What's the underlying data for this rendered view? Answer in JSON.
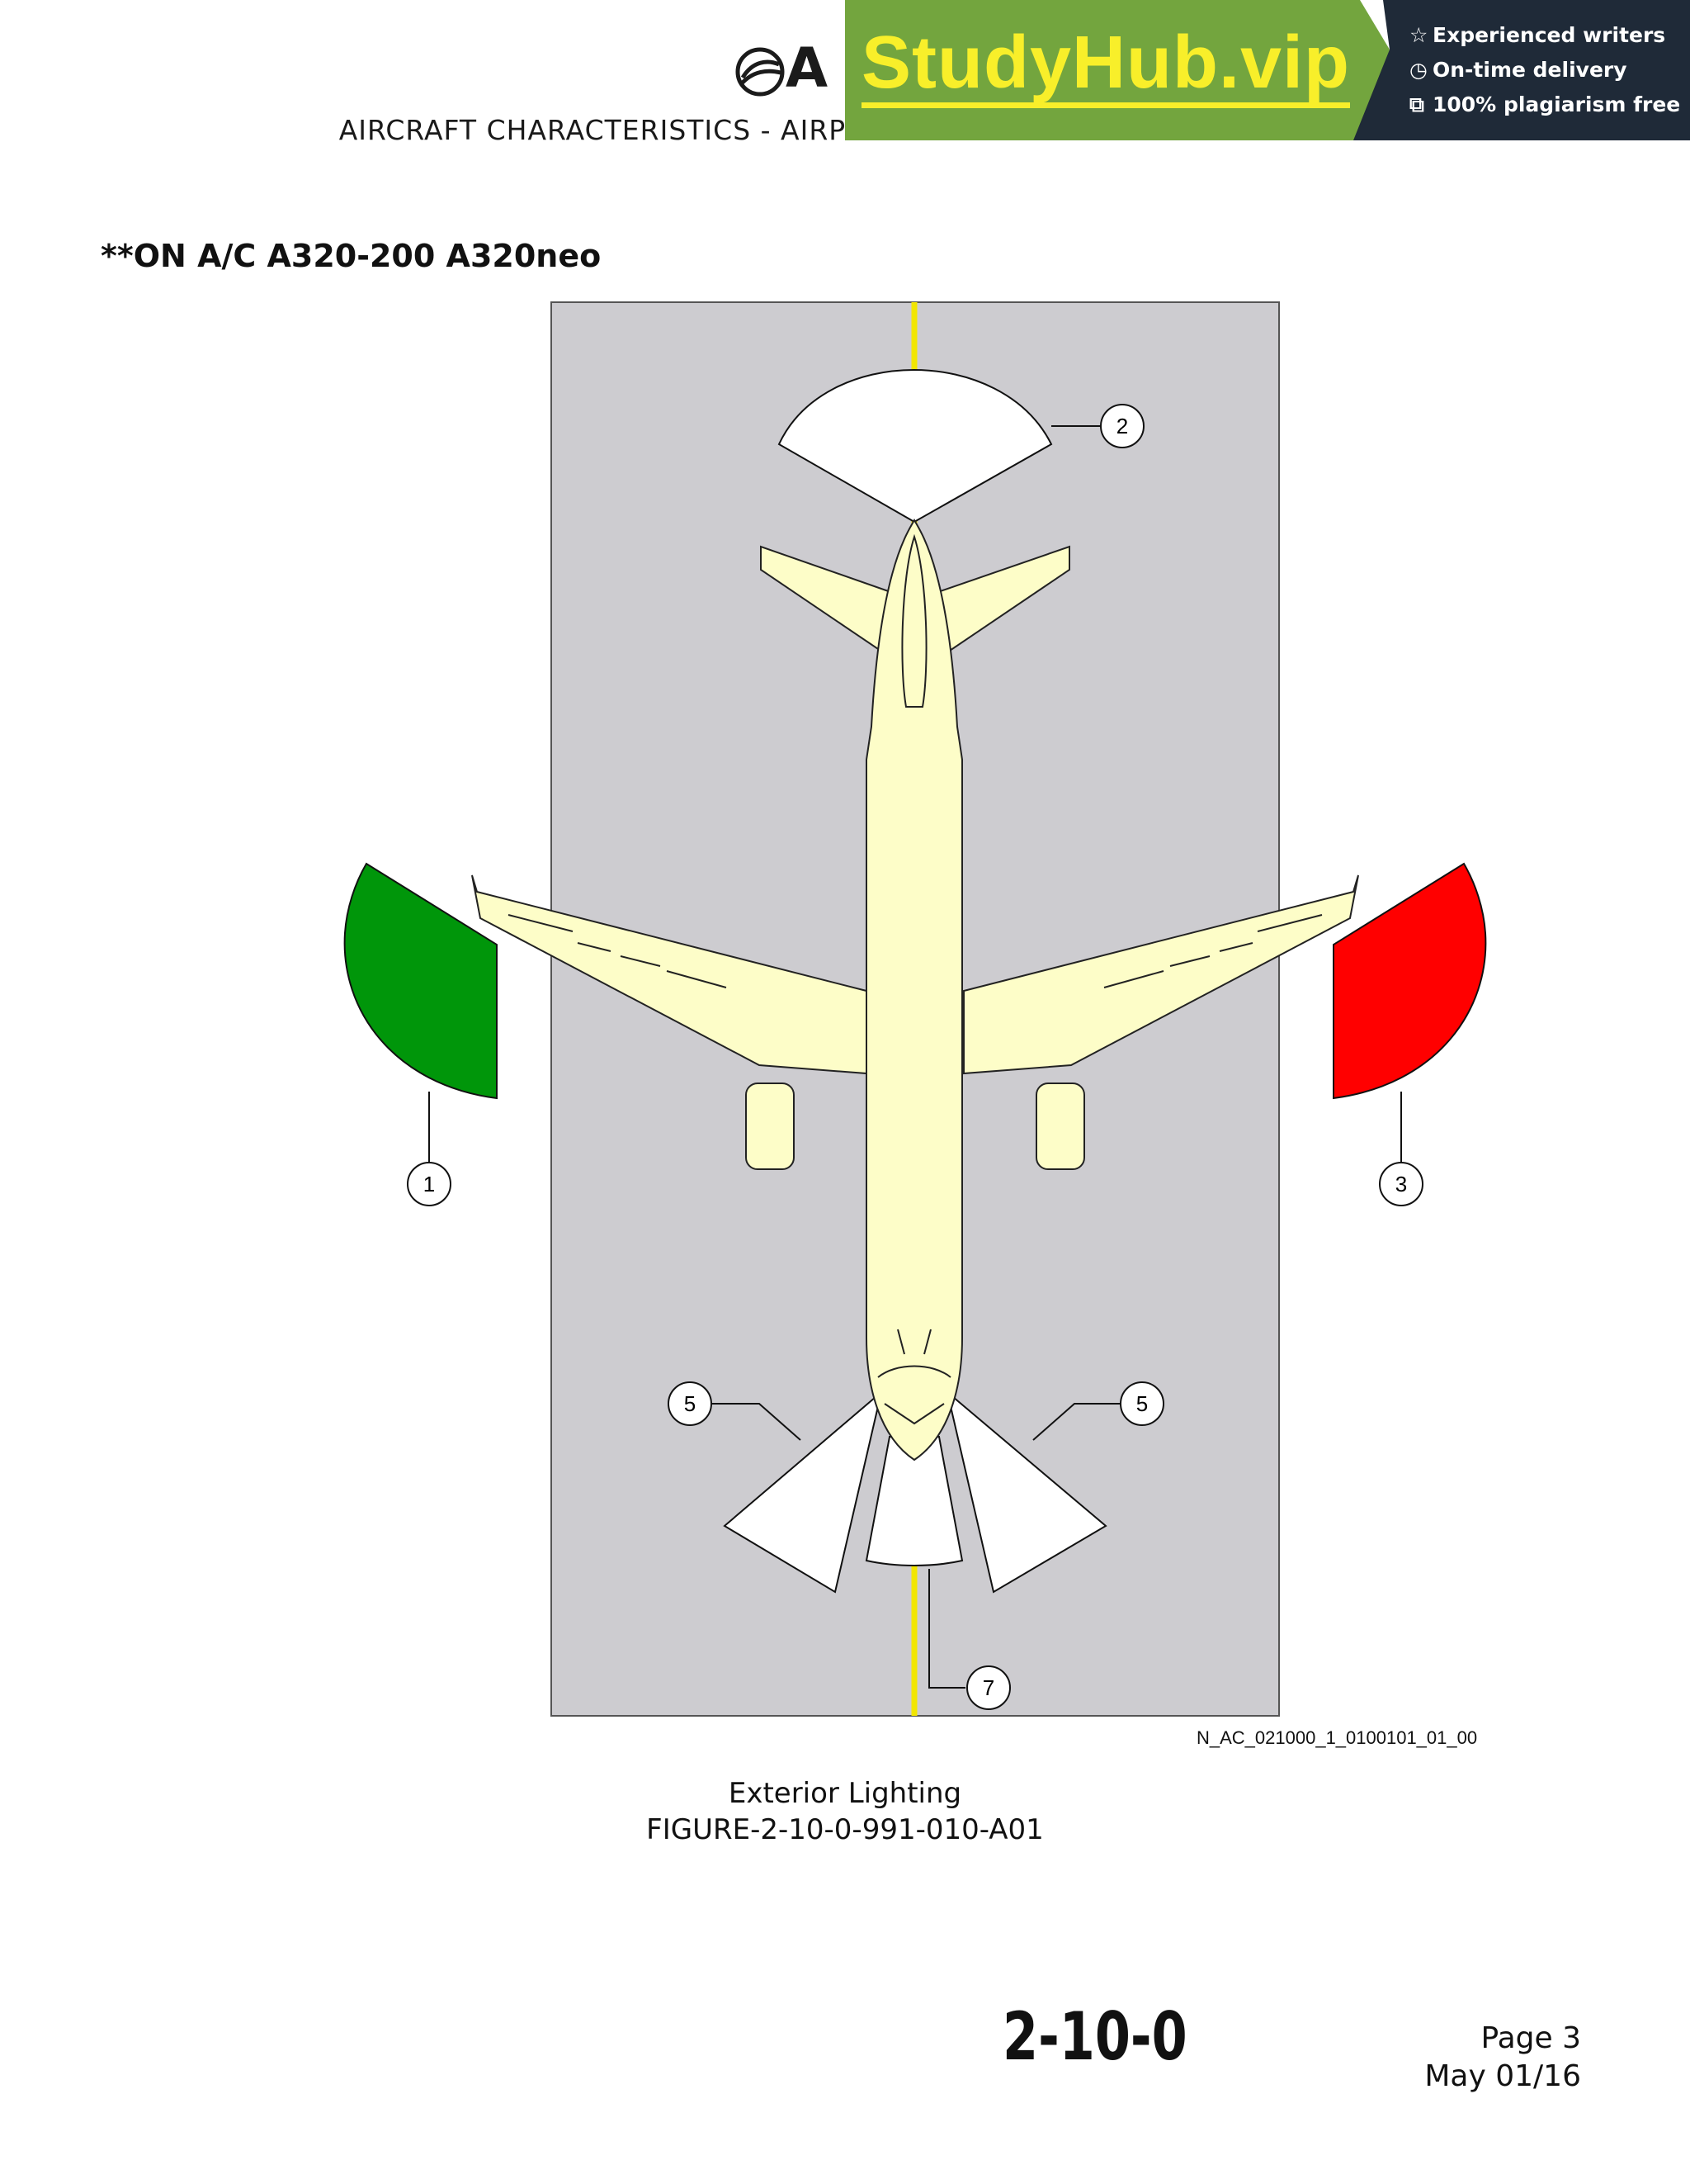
{
  "header": {
    "logo_text": "A",
    "subtitle": "AIRCRAFT CHARACTERISTICS - AIRPORT AND MAINTENANCE PLANNING"
  },
  "banner": {
    "brand": "StudyHub.vip",
    "features": [
      {
        "icon": "star-icon",
        "label": "Experienced writers"
      },
      {
        "icon": "clock-icon",
        "label": "On-time delivery"
      },
      {
        "icon": "copy-icon",
        "label": "100% plagiarism free"
      }
    ],
    "colors": {
      "green": "#73a53e",
      "dark": "#1f2a38",
      "yellow": "#f8ef2a"
    }
  },
  "effectivity": "**ON A/C A320-200 A320neo",
  "figure": {
    "callouts": [
      {
        "id": "callout-1",
        "number": "1"
      },
      {
        "id": "callout-2",
        "number": "2"
      },
      {
        "id": "callout-3",
        "number": "3"
      },
      {
        "id": "callout-5-left",
        "number": "5"
      },
      {
        "id": "callout-5-right",
        "number": "5"
      },
      {
        "id": "callout-7",
        "number": "7"
      }
    ],
    "colors": {
      "runway": "#cdccd0",
      "centerline": "#f2e600",
      "aircraft": "#fdfdc8",
      "left_light": "#00960a",
      "right_light": "#ff0000",
      "white_light": "#ffffff"
    },
    "reference": "N_AC_021000_1_0100101_01_00"
  },
  "caption": {
    "title": "Exterior Lighting",
    "figure": "FIGURE-2-10-0-991-010-A01"
  },
  "footer": {
    "chapter": "2-10-0",
    "page": "Page  3",
    "date": "May  01/16"
  }
}
